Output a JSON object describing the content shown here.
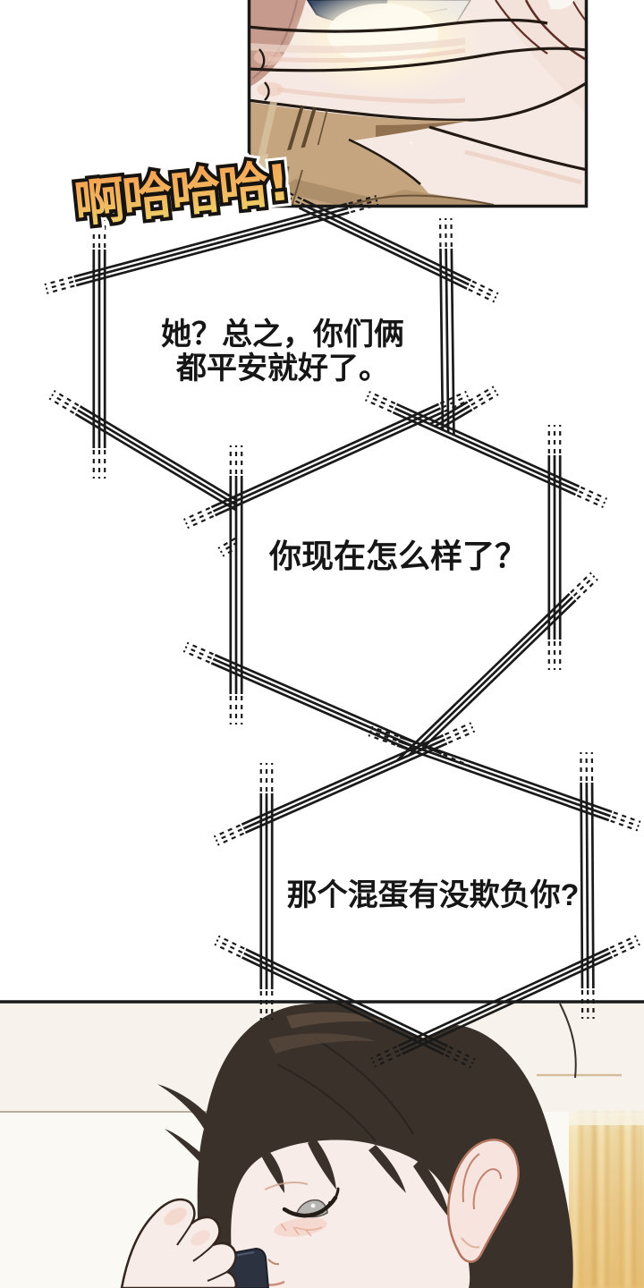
{
  "page_type": "webtoon-comic-page",
  "sfx": {
    "text": "啊哈哈哈!"
  },
  "bubbles": [
    {
      "lines": [
        "她？总之，你们俩",
        "都平安就好了。"
      ]
    },
    {
      "lines": [
        "你现在怎么样了？"
      ]
    },
    {
      "lines": [
        "那个混蛋有没欺负你?"
      ]
    }
  ],
  "colors": {
    "sfx_top": "#f59e50",
    "sfx_bottom": "#e9df6e",
    "ink": "#1a1a1a",
    "bubble_fill": "#ffffff",
    "skin": "#f6e9e3",
    "skin_shadow": "#eed6cb",
    "plaid": "#c4a57f",
    "plaid_dark": "#8d6c4d",
    "navy": "#3c4c68",
    "hair": "#3a312b",
    "hair_light": "#5d4c3f",
    "curtain": "#eecd8e",
    "wall": "#f7f3ec",
    "phone": "#2c3240"
  }
}
